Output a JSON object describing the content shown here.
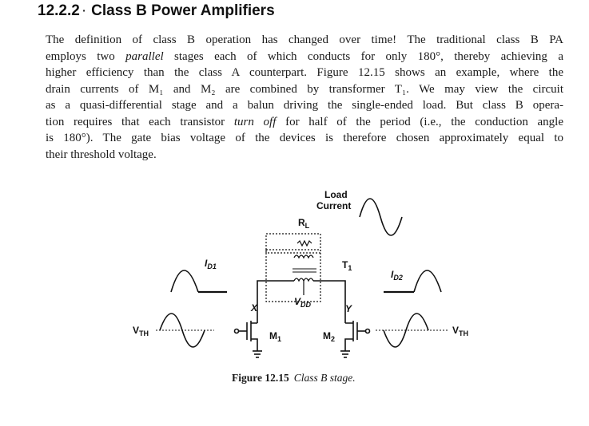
{
  "section": {
    "number": "12.2.2",
    "title": "Class B Power Amplifiers"
  },
  "paragraph": {
    "l1": "The definition of class B operation has changed over time! The traditional class B PA",
    "l2a": "employs two ",
    "l2b": "parallel",
    "l2c": " stages each of which conducts for only 180°, thereby achieving a",
    "l3": "higher efficiency than the class A counterpart. Figure 12.15 shows an example, where the",
    "l4": "drain currents of M₁ and M₂ are combined by transformer T₁. We may view the circuit",
    "l5": "as a quasi-differential stage and a balun driving the single-ended load. But class B opera-",
    "l6a": "tion requires that each transistor ",
    "l6b": "turn off",
    "l6c": " for half of the period (i.e., the conduction angle",
    "l7": "is 180°). The gate bias voltage of the devices is therefore chosen approximately equal to",
    "l8": "their threshold voltage."
  },
  "figure": {
    "load_current_line1": "Load",
    "load_current_line2": "Current",
    "rl_label": "R",
    "rl_sub": "L",
    "id1_label": "I",
    "id1_sub": "D1",
    "id2_label": "I",
    "id2_sub": "D2",
    "t1_label": "T",
    "t1_sub": "1",
    "vdd_label": "V",
    "vdd_sub": "DD",
    "x_label": "X",
    "y_label": "Y",
    "vth_left": "V",
    "vth_left_sub": "TH",
    "vth_right": "V",
    "vth_right_sub": "TH",
    "m1_label": "M",
    "m1_sub": "1",
    "m2_label": "M",
    "m2_sub": "2",
    "caption_number": "Figure 12.15",
    "caption_text": "Class B stage."
  }
}
